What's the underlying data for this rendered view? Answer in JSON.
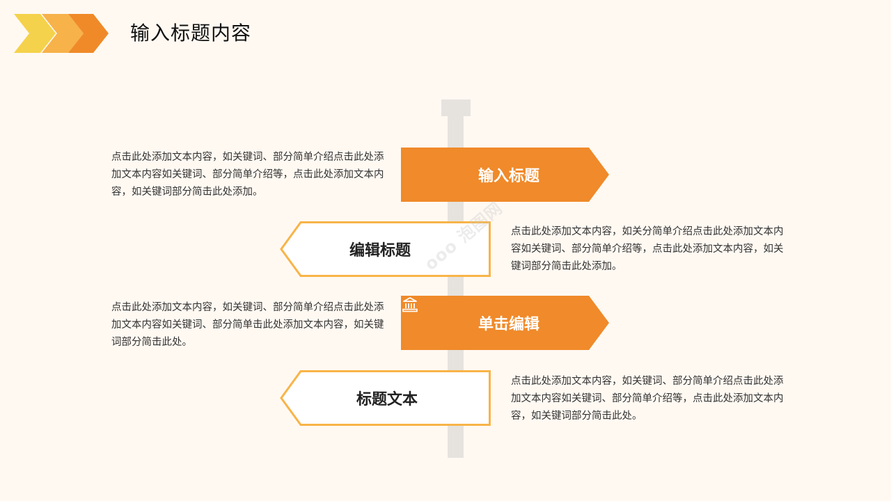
{
  "header": {
    "title": "输入标题内容",
    "accent_colors": [
      "#f5d24b",
      "#f7b24a",
      "#f08a28"
    ]
  },
  "colors": {
    "background": "#fff9f2",
    "accent": "#f08a2a",
    "outline": "#f8b448",
    "post": "#e6e3df"
  },
  "signs": [
    {
      "label": "输入标题",
      "style": "filled",
      "direction": "right"
    },
    {
      "label": "编辑标题",
      "style": "outline",
      "direction": "left"
    },
    {
      "label": "单击编辑",
      "style": "filled",
      "direction": "right",
      "icon": "bank-icon"
    },
    {
      "label": "标题文本",
      "style": "outline",
      "direction": "left"
    }
  ],
  "descriptions": [
    "点击此处添加文本内容，如关键词、部分简单介绍点击此处添加文本内容如关键词、部分简单介绍等，点击此处添加文本内容，如关键词部分简击此处添加。",
    "点击此处添加文本内容，如关分简单介绍点击此处添加文本内容如关键词、部分简单介绍等，点击此处添加文本内容，如关键词部分简击此处添加。",
    "点击此处添加文本内容，如关键词、部分简单介绍点击此处添加文本内容如关键词、部分简单击此处添加文本内容，如关键词部分简击此处。",
    "点击此处添加文本内容，如关键词、部分简单介绍点击此处添加文本内容如关键词、部分简单介绍等，点击此处添加文本内容，如关键词部分简击此处。"
  ],
  "watermark": "ooo 泡图网"
}
